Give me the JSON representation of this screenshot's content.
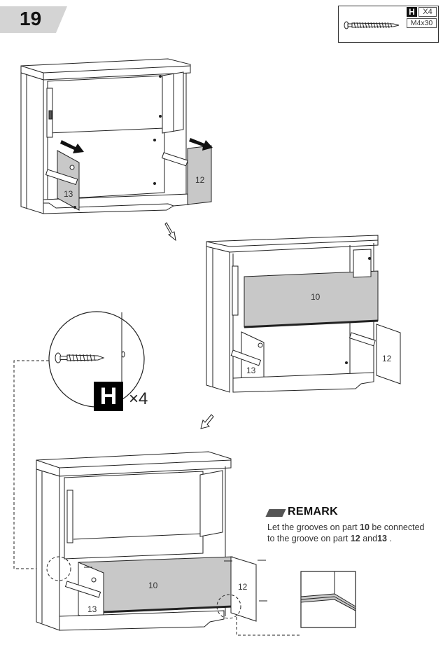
{
  "step": {
    "number": "19"
  },
  "hardware": {
    "letter": "H",
    "quantity": "X4",
    "spec": "M4x30"
  },
  "panels": {
    "part10": "10",
    "part12": "12",
    "part13": "13"
  },
  "callout": {
    "letter": "H",
    "multiplier": "×4"
  },
  "remark": {
    "title": "REMARK",
    "line1_pre": "Let the grooves on part ",
    "line1_part": "10",
    "line1_post": " be connected",
    "line2_pre": "to the groove on part ",
    "line2_part_a": "12",
    "line2_mid": " and",
    "line2_part_b": "13",
    "line2_post": "  ."
  },
  "colors": {
    "panel_gray": "#c8c8c8",
    "line": "#222222",
    "badge": "#000000"
  }
}
